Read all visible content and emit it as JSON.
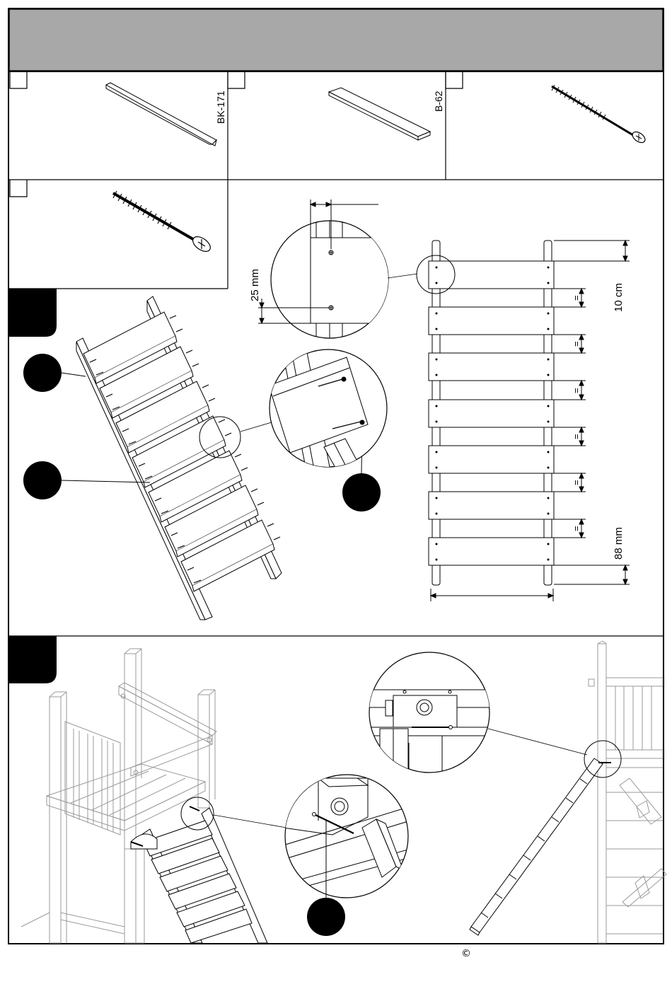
{
  "parts": {
    "rail_label": "BK-171",
    "step_label": "B-62"
  },
  "dimensions": {
    "bolt_offset": "25 mm",
    "step_spacing": "10 cm",
    "bottom_offset": "88 mm",
    "equal_mark": "="
  },
  "footer": {
    "copyright_symbol": "©"
  },
  "colors": {
    "header_band": "#a8a8a8",
    "line": "#000000",
    "light_line": "#9a9a9a"
  }
}
